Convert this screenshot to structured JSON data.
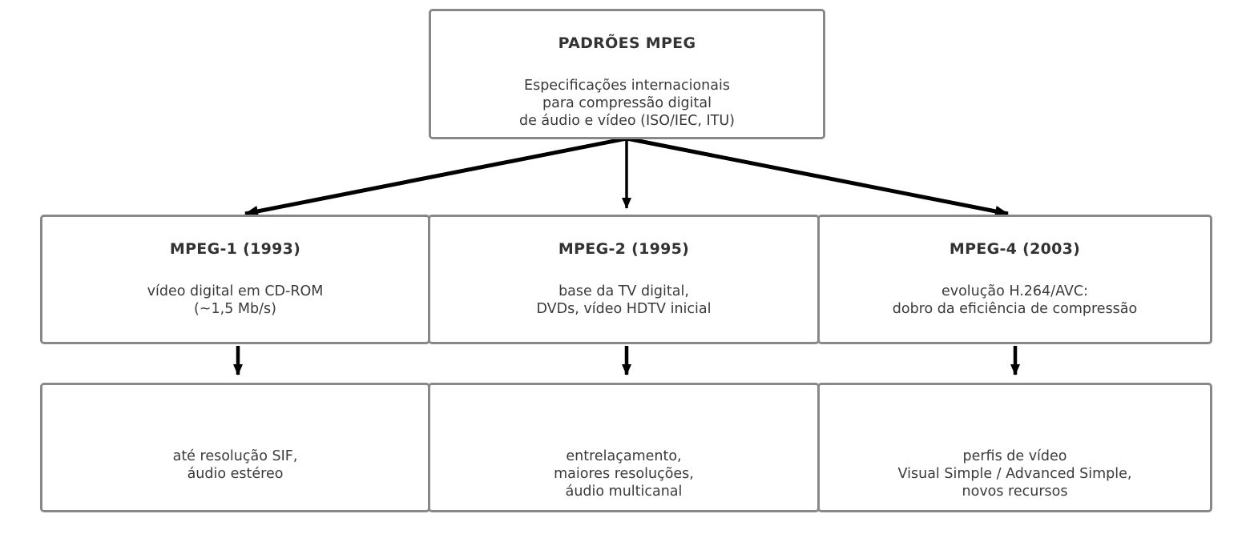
{
  "diagram": {
    "root": {
      "title": "PADRÕES MPEG",
      "body": "Especificações internacionais\npara compressão digital\nde áudio e vídeo (ISO/IEC, ITU)"
    },
    "standards": [
      {
        "title": "MPEG-1 (1993)",
        "body": "vídeo digital em CD-ROM\n(~1,5 Mb/s)",
        "details": "até resolução SIF,\náudio estéreo"
      },
      {
        "title": "MPEG-2 (1995)",
        "body": "base da TV digital,\nDVDs, vídeo HDTV inicial",
        "details": "entrelaçamento,\nmaiores resoluções,\náudio multicanal"
      },
      {
        "title": "MPEG-4 (2003)",
        "body": "evolução H.264/AVC:\ndobro da eficiência de compressão",
        "details": "perfis de vídeo\nVisual Simple / Advanced Simple,\nnovos recursos"
      }
    ],
    "colors": {
      "box_border": "#888888",
      "box_fill": "#ffffff",
      "title_text": "#333333",
      "body_text": "#3a3a3a",
      "arrow": "#000000",
      "background": "#ffffff"
    }
  }
}
